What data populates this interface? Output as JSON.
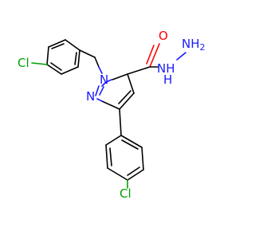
{
  "molecule": {
    "colors": {
      "carbon_bond": "#000000",
      "nitrogen": "#1a1aff",
      "oxygen": "#ff0000",
      "chlorine": "#00a000"
    },
    "labels": {
      "cl_top": "Cl",
      "cl_bottom": "Cl",
      "n1": "N",
      "n2": "N",
      "o": "O",
      "nh": "NH",
      "nh_h": "H",
      "nh2": "NH",
      "nh2_sub": "2"
    }
  }
}
